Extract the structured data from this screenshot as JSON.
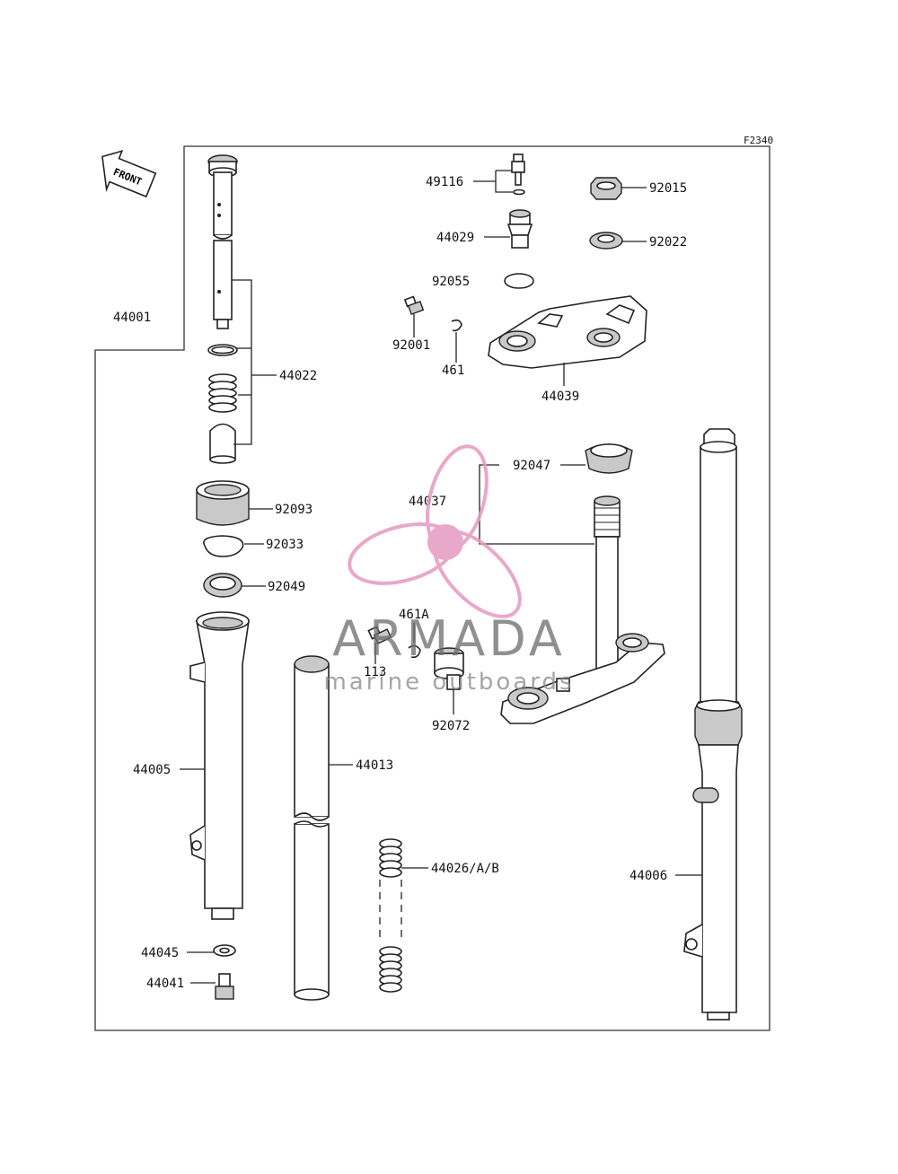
{
  "diagram_code": "F2340",
  "front_label": "FRONT",
  "parts": {
    "p49116": "49116",
    "p44029": "44029",
    "p92055": "92055",
    "p92001": "92001",
    "p461": "461",
    "p44039": "44039",
    "p92015": "92015",
    "p92022": "92022",
    "p44001": "44001",
    "p44022": "44022",
    "p92093": "92093",
    "p92033": "92033",
    "p92049": "92049",
    "p44005": "44005",
    "p44045": "44045",
    "p44041": "44041",
    "p44013": "44013",
    "p461A": "461A",
    "p113": "113",
    "p92072": "92072",
    "p44026": "44026/A/B",
    "p92047": "92047",
    "p44037": "44037",
    "p44006": "44006"
  },
  "watermark": {
    "brand": "ARMADA",
    "tagline": "marine outboards",
    "color": "#e59ac0"
  }
}
